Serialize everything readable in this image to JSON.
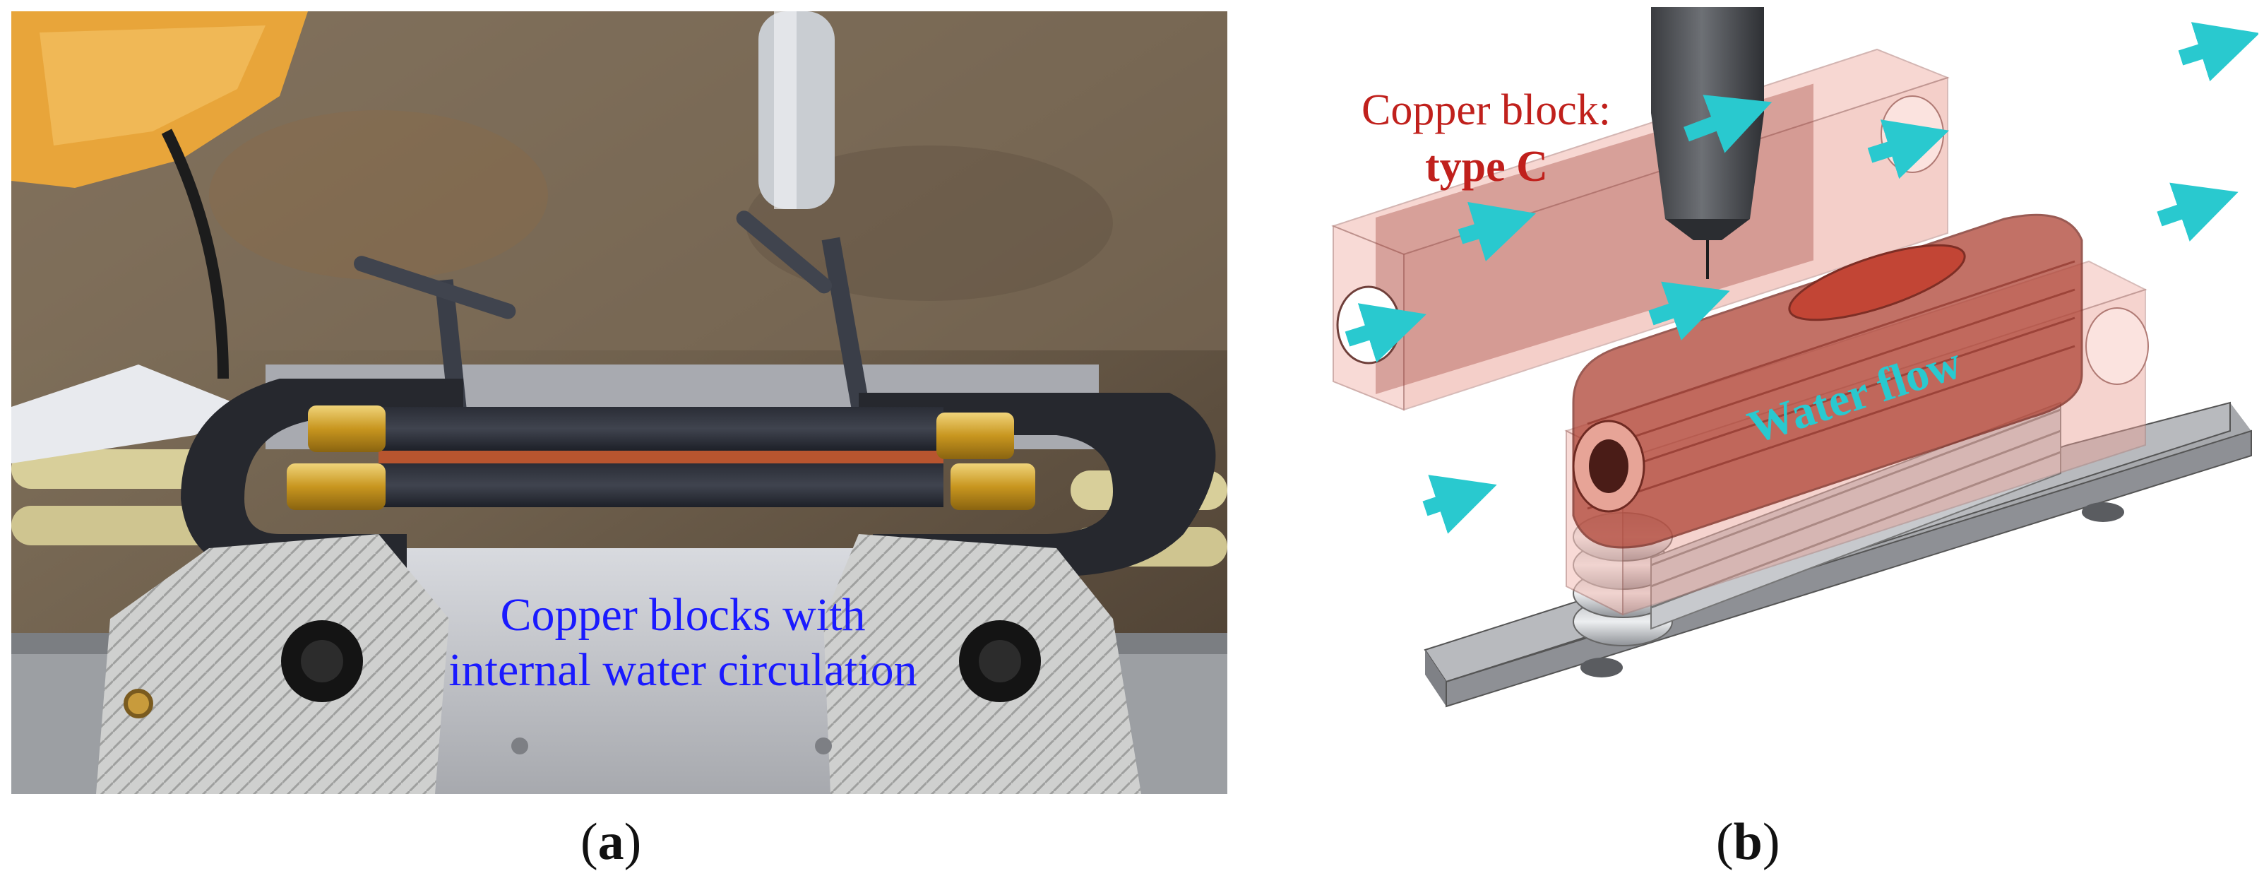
{
  "panel_a": {
    "annotation_line1": "Copper blocks with",
    "annotation_line2": "internal water circulation",
    "annotation_color": "#1a1aff"
  },
  "panel_b": {
    "label_line1": "Copper block:",
    "label_line2": "type C",
    "label_color": "#c0201c",
    "flow_label": "Water flow",
    "flow_color": "#29c9cf"
  },
  "captions": {
    "a_open": "(",
    "a_letter": "a",
    "a_close": ")",
    "b_open": "(",
    "b_letter": "b",
    "b_close": ")"
  }
}
